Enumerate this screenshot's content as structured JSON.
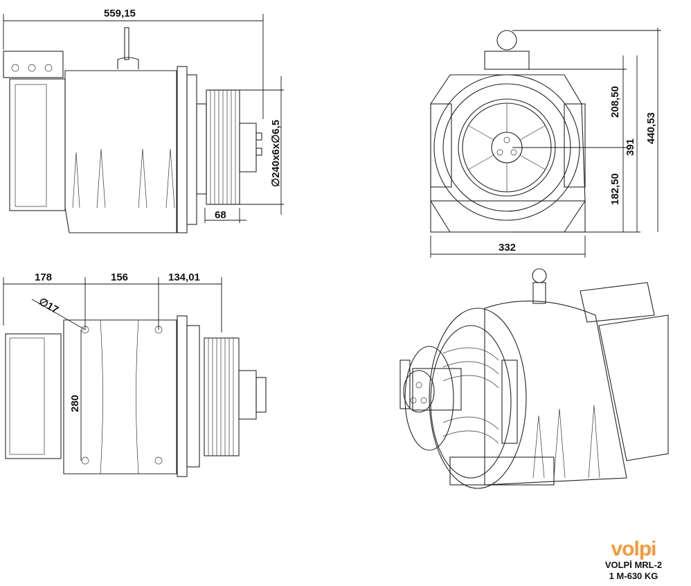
{
  "dimensions": {
    "overall_length": "559,15",
    "sheave_spec": "∅240x6x∅6,5",
    "sheave_width": "68",
    "upper_height": "208,50",
    "lower_height": "182,50",
    "height_391": "391",
    "total_height": "440,53",
    "width": "332",
    "dist_178": "178",
    "dist_156": "156",
    "dist_134": "134,01",
    "hole_dia": "∅17",
    "hole_spacing": "280"
  },
  "logo": {
    "brand": "volpi",
    "model": "VOLPİ MRL-2",
    "capacity": "1 M-630 KG"
  }
}
